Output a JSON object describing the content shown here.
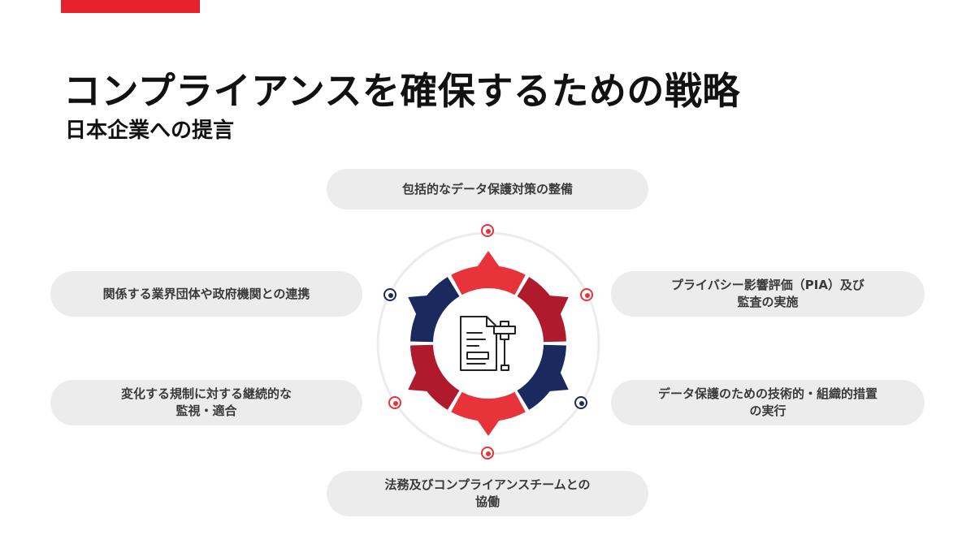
{
  "header": {
    "title": "コンプライアンスを確保するための戦略",
    "subtitle": "日本企業への提言"
  },
  "strategies": [
    {
      "lines": [
        "包括的なデータ保護対策の整備"
      ]
    },
    {
      "lines": [
        "プライバシー影響評価（PIA）及び",
        "監査の実施"
      ]
    },
    {
      "lines": [
        "データ保護のための技術的・組織的措置",
        "の実行"
      ]
    },
    {
      "lines": [
        "法務及びコンプライアンスチームとの",
        "協働"
      ]
    },
    {
      "lines": [
        "変化する規制に対する継続的な",
        "監視・適合"
      ]
    },
    {
      "lines": [
        "関係する業界団体や政府機関との連携"
      ]
    }
  ],
  "icons": {
    "center": "document-gavel-icon"
  },
  "colors": {
    "accent": "#e8222c",
    "red": "#e8333b",
    "dark_red": "#b01a2d",
    "navy": "#1b2a5e",
    "pill_bg": "#ececec"
  }
}
